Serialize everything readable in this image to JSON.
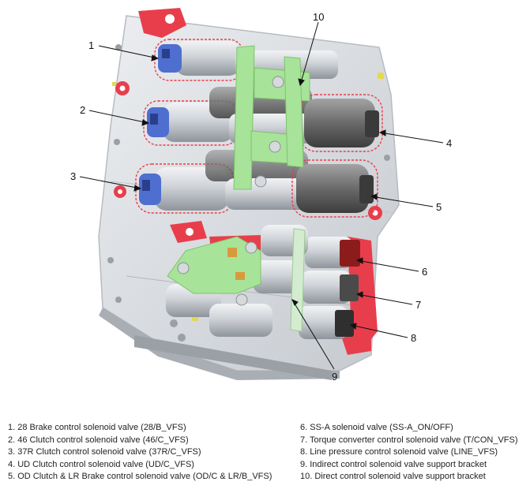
{
  "callouts": {
    "c1": "1",
    "c2": "2",
    "c3": "3",
    "c4": "4",
    "c5": "5",
    "c6": "6",
    "c7": "7",
    "c8": "8",
    "c9": "9",
    "c10": "10"
  },
  "legend": {
    "left": [
      "1. 28 Brake control solenoid valve (28/B_VFS)",
      "2. 46 Clutch control solenoid valve (46/C_VFS)",
      "3. 37R Clutch control solenoid valve (37R/C_VFS)",
      "4. UD Clutch control solenoid valve (UD/C_VFS)",
      "5. OD Clutch & LR Brake control solenoid valve (OD/C & LR/B_VFS)"
    ],
    "right": [
      "6. SS-A solenoid valve (SS-A_ON/OFF)",
      "7. Torque converter control solenoid valve (T/CON_VFS)",
      "8. Line pressure control solenoid valve (LINE_VFS)",
      "9. Indirect control solenoid valve support bracket",
      "10. Direct control solenoid valve support bracket"
    ]
  },
  "colors": {
    "body": "#dfe2e6",
    "highlight": "#e83e4c",
    "bracket": "#a8e39a",
    "solenoid-blue": "#4f6fd0",
    "solenoid-dark": "#595959"
  }
}
